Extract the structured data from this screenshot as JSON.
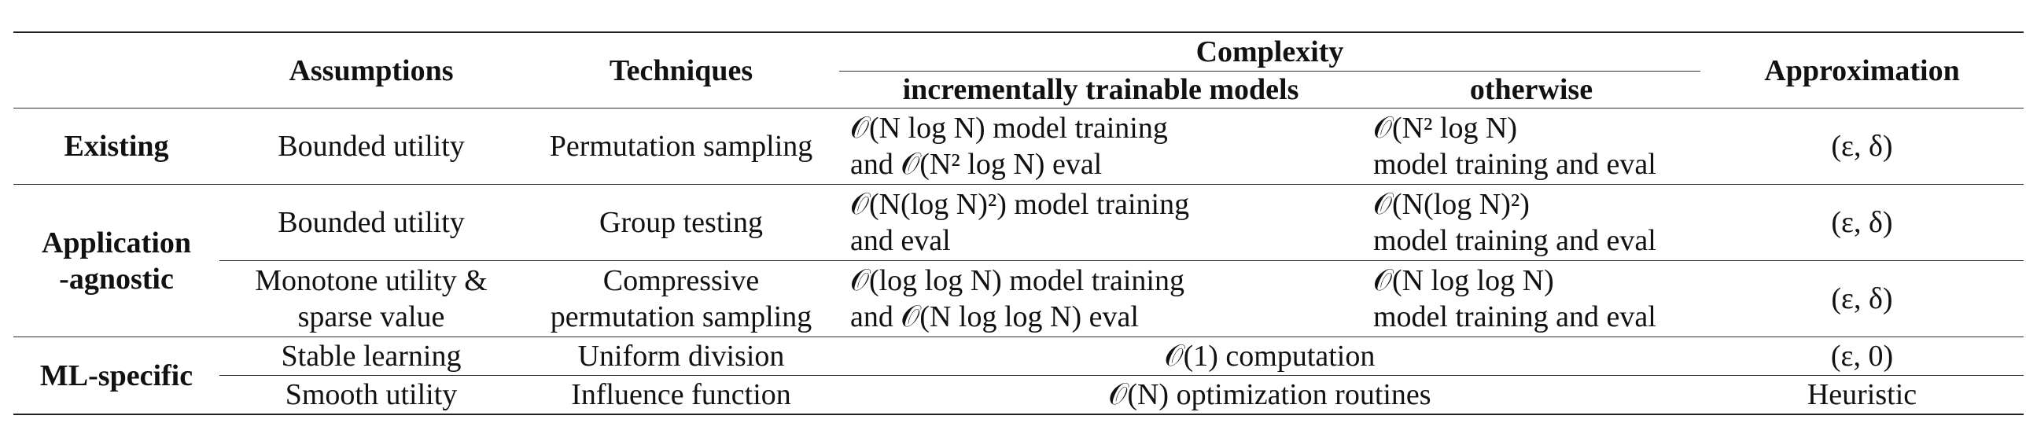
{
  "header": {
    "assumptions": "Assumptions",
    "techniques": "Techniques",
    "complexity": "Complexity",
    "complexity_sub_1": "incrementally trainable models",
    "complexity_sub_2": "otherwise",
    "approximation": "Approximation"
  },
  "groups": {
    "existing": "Existing",
    "application_agnostic_1": "Application",
    "application_agnostic_2": "-agnostic",
    "ml_specific": "ML-specific"
  },
  "rows": [
    {
      "assumption": "Bounded utility",
      "technique": "Permutation sampling",
      "incremental_line1": "𝒪(N log N) model training",
      "incremental_line2": "and 𝒪(N² log N) eval",
      "otherwise_line1": "𝒪(N² log N)",
      "otherwise_line2": "model training and eval",
      "approximation": "(ε, δ)"
    },
    {
      "assumption": "Bounded utility",
      "technique": "Group testing",
      "incremental_line1": "𝒪(N(log N)²) model training",
      "incremental_line2": "and eval",
      "otherwise_line1": "𝒪(N(log N)²)",
      "otherwise_line2": "model training and eval",
      "approximation": "(ε, δ)"
    },
    {
      "assumption_line1": "Monotone utility &",
      "assumption_line2": "sparse value",
      "technique_line1": "Compressive",
      "technique_line2": "permutation sampling",
      "incremental_line1": "𝒪(log log N) model training",
      "incremental_line2": "and 𝒪(N log log N) eval",
      "otherwise_line1": "𝒪(N log log N)",
      "otherwise_line2": "model training and eval",
      "approximation": "(ε, δ)"
    },
    {
      "assumption": "Stable learning",
      "technique": "Uniform division",
      "complexity": "𝒪(1) computation",
      "approximation": "(ε, 0)"
    },
    {
      "assumption": "Smooth utility",
      "technique": "Influence function",
      "complexity": "𝒪(N) optimization routines",
      "approximation": "Heuristic"
    }
  ]
}
